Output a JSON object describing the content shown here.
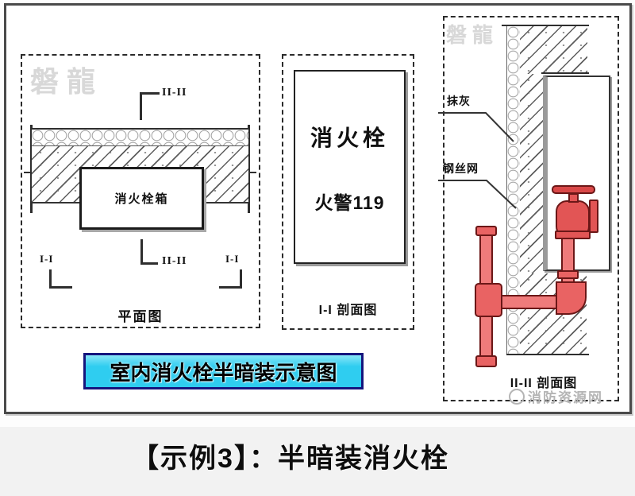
{
  "watermarks": {
    "brand": "磐龍",
    "site": "消防资源网"
  },
  "banner": {
    "text": "室内消火栓半暗装示意图",
    "bg_color": "#2fcdf0",
    "border_color": "#15157d"
  },
  "bottom_title": "【示例3】：半暗装消火栓",
  "left_panel": {
    "section_marker_top": "II-II",
    "box_label": "消火栓箱",
    "marker_bottom_left": "I-I",
    "marker_bottom_center": "II-II",
    "marker_bottom_right": "I-I",
    "caption": "平面图"
  },
  "middle_panel": {
    "sign_line1": "消火栓",
    "sign_line2": "火警119",
    "caption": "I-I 剖面图"
  },
  "right_panel": {
    "label_plaster": "抹灰",
    "label_mesh": "钢丝网",
    "caption": "II-II 剖面图"
  },
  "colors": {
    "pipe_fill": "#ef7b7b",
    "pipe_border": "#6b1717",
    "valve_fill": "#e25555",
    "watermark_gray": "#d8d8d8",
    "hatch_line": "#5d5d5d"
  }
}
